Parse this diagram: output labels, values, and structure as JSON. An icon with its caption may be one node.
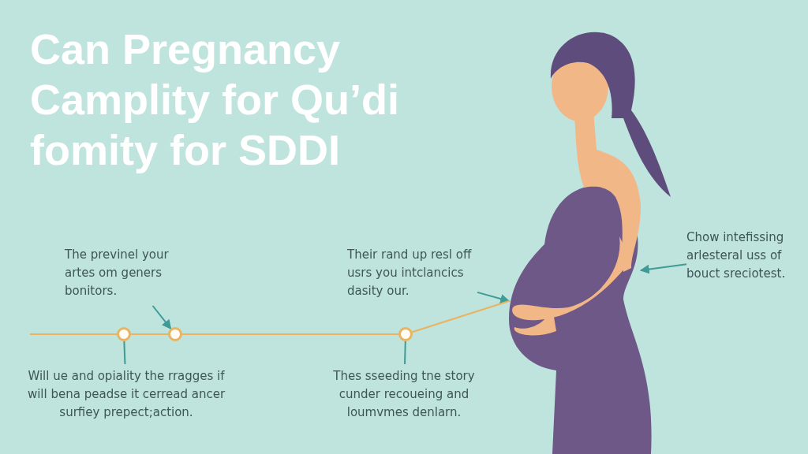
{
  "diagram": {
    "title": "Can Pregnancy Camplity for Qu’di fomity for SDDI",
    "nodes": [
      {
        "text": [
          "The previnel your artes om geners bonitors."
        ]
      },
      {
        "text": [],
        "shape": "circle"
      },
      {
        "text": [],
        "shape": "circle"
      },
      {
        "text": [],
        "shape": "circle"
      },
      {
        "text": [
          "Will ue and opiality the rragges if will bena peadse it cerread ancer surfiey prepect;action."
        ]
      },
      {
        "text": [
          "Their rand up resl off usrs you intclancics dasity our."
        ]
      },
      {
        "text": [
          "Thes sseeding tne story cunder recoueing and loumvmes denlarn."
        ]
      },
      {
        "text": [
          "Chow intefissing arlesteral uss of bouct sreciotest."
        ]
      },
      {
        "text": [],
        "shape": "person"
      }
    ],
    "edges": [
      {
        "from": 0,
        "to": 2,
        "arrow": "to"
      },
      {
        "from": 1,
        "to": 4,
        "arrow": "none"
      },
      {
        "from": 3,
        "to": 6,
        "arrow": "none"
      },
      {
        "from": 5,
        "to": 8,
        "arrow": "to"
      },
      {
        "from": 7,
        "to": 8,
        "arrow": "to"
      },
      {
        "from": null,
        "to": 1,
        "arrow": "none",
        "color": "#e9b35f"
      },
      {
        "from": 1,
        "to": 2,
        "arrow": "none",
        "color": "#e9b35f"
      },
      {
        "from": 2,
        "to": 3,
        "arrow": "none",
        "color": "#e9b35f"
      },
      {
        "from": 3,
        "to": 8,
        "arrow": "none",
        "color": "#e9b35f"
      }
    ]
  }
}
